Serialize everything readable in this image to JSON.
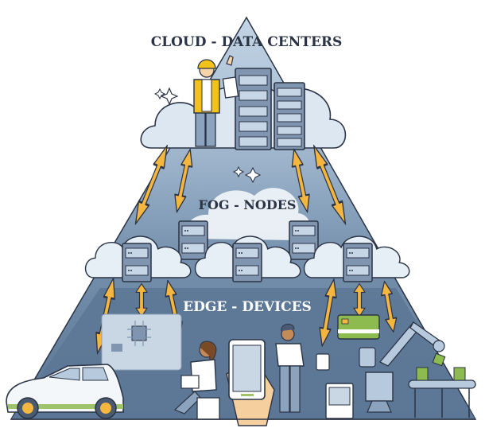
{
  "title": "Edge - Fog - Cloud computing pyramid",
  "tiers": {
    "cloud": {
      "label": "CLOUD - DATA CENTERS"
    },
    "fog": {
      "label": "FOG - NODES"
    },
    "edge": {
      "label": "EDGE - DEVICES"
    }
  },
  "edge_devices": [
    "car",
    "circuit-board",
    "person-with-laptop",
    "smartphone",
    "person-with-tablet",
    "credit-card",
    "computer",
    "robotic-arm",
    "conveyor-belt"
  ],
  "colors": {
    "outline": "#2b3445",
    "pyramid_top": "#b9cde0",
    "pyramid_mid": "#7f9bb7",
    "pyramid_bottom": "#5c7896",
    "cloud_fill": "#e6eef6",
    "server": "#7f95b0",
    "arrow": "#f4b63f",
    "green": "#8dbb4f",
    "hardhat": "#f2c21b"
  }
}
